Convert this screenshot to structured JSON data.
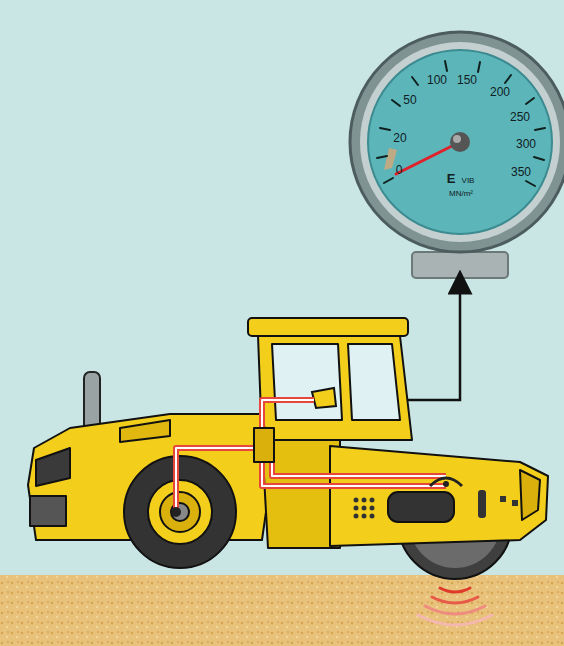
{
  "diagram": {
    "labels": [
      "0",
      "20",
      "50",
      "100",
      "150",
      "200",
      "250",
      "300",
      "350",
      "E",
      "VIB",
      "MN/m²"
    ]
  }
}
